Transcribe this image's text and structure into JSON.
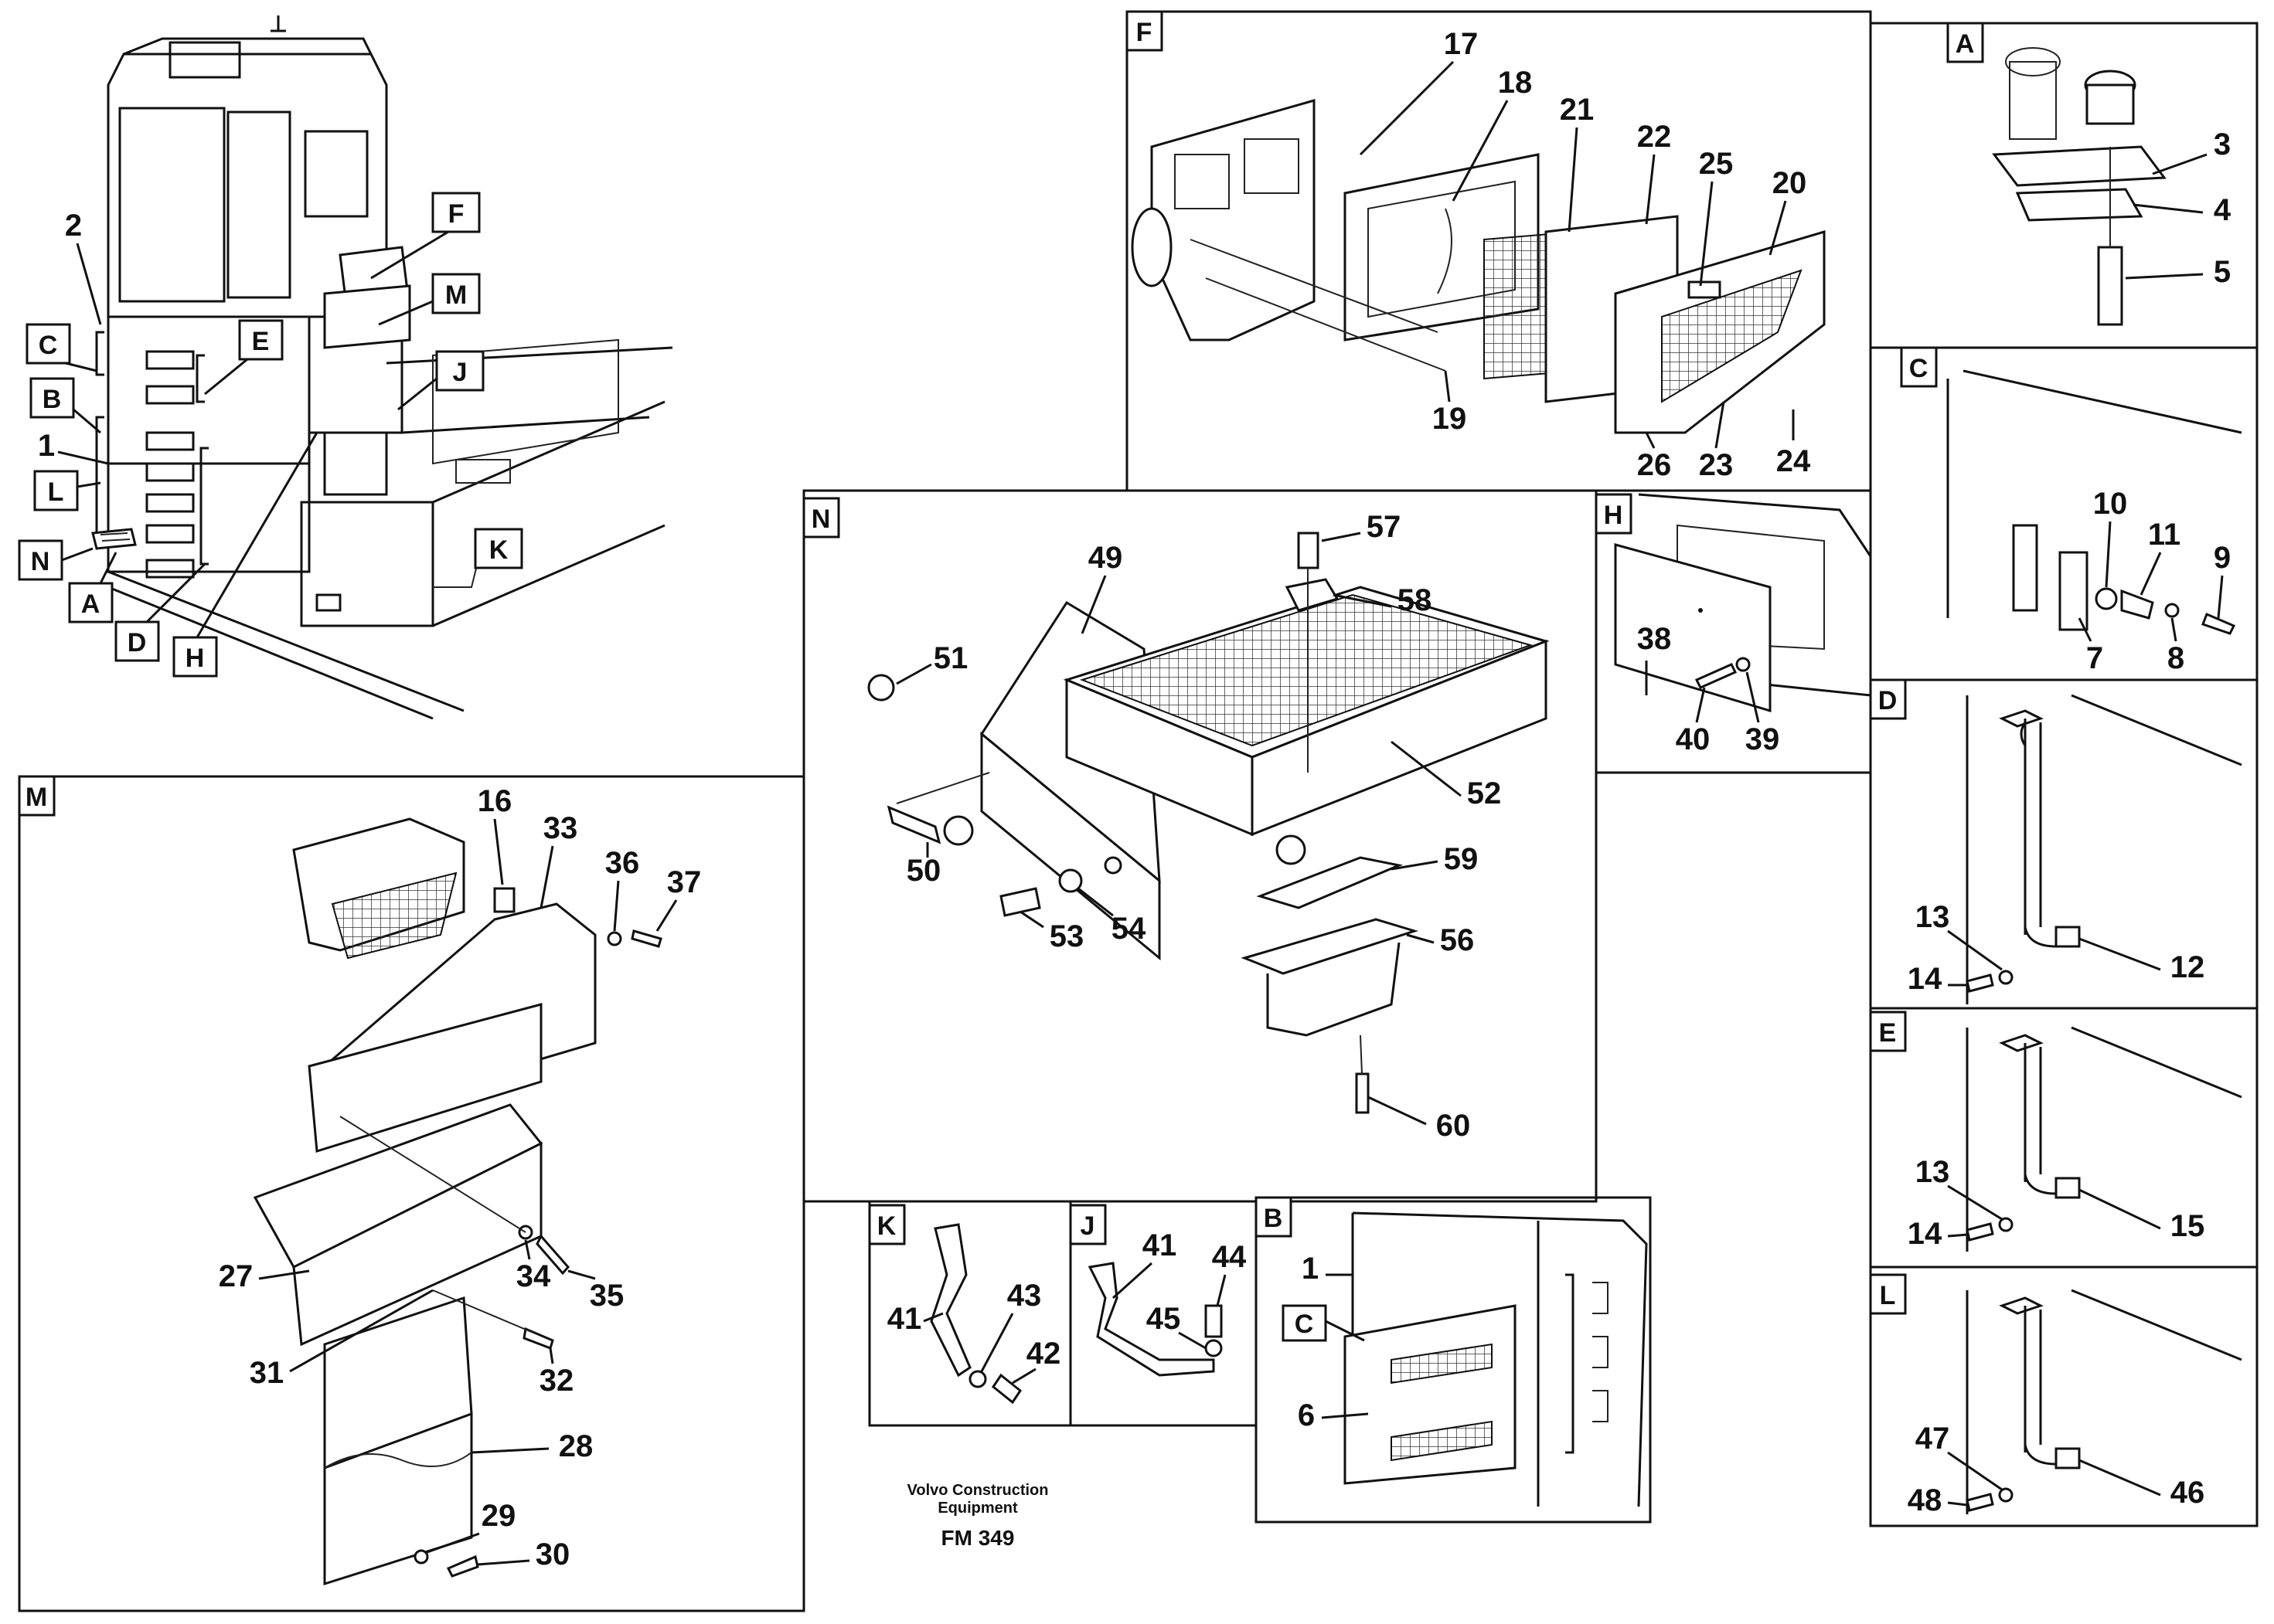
{
  "caption": {
    "company": "Volvo Construction",
    "company2": "Equipment",
    "code": "FM 349"
  },
  "overview": {
    "callouts": [
      {
        "label": "F",
        "kind": "box"
      },
      {
        "label": "M",
        "kind": "box"
      },
      {
        "label": "J",
        "kind": "box"
      },
      {
        "label": "K",
        "kind": "box"
      },
      {
        "label": "C",
        "kind": "box"
      },
      {
        "label": "E",
        "kind": "box"
      },
      {
        "label": "B",
        "kind": "box"
      },
      {
        "label": "L",
        "kind": "box"
      },
      {
        "label": "N",
        "kind": "box"
      },
      {
        "label": "A",
        "kind": "box"
      },
      {
        "label": "D",
        "kind": "box"
      },
      {
        "label": "H",
        "kind": "box"
      },
      {
        "label": "2",
        "kind": "num"
      },
      {
        "label": "1",
        "kind": "num"
      }
    ]
  },
  "panels": [
    {
      "id": "F",
      "parts": [
        "17",
        "18",
        "21",
        "22",
        "25",
        "20",
        "19",
        "26",
        "23",
        "24"
      ]
    },
    {
      "id": "A",
      "parts": [
        "3",
        "4",
        "5"
      ]
    },
    {
      "id": "C",
      "parts": [
        "10",
        "11",
        "9",
        "7",
        "8"
      ]
    },
    {
      "id": "N",
      "parts": [
        "49",
        "57",
        "58",
        "51",
        "52",
        "50",
        "53",
        "54",
        "59",
        "56",
        "60"
      ]
    },
    {
      "id": "H",
      "parts": [
        "38",
        "40",
        "39"
      ]
    },
    {
      "id": "D",
      "parts": [
        "13",
        "14",
        "12"
      ]
    },
    {
      "id": "M",
      "parts": [
        "16",
        "33",
        "36",
        "37",
        "27",
        "34",
        "35",
        "31",
        "32",
        "28",
        "29",
        "30"
      ]
    },
    {
      "id": "K",
      "parts": [
        "41",
        "43",
        "42"
      ]
    },
    {
      "id": "J",
      "parts": [
        "41",
        "44",
        "45"
      ]
    },
    {
      "id": "B",
      "parts": [
        "1",
        "C",
        "6"
      ]
    },
    {
      "id": "E",
      "parts": [
        "13",
        "14",
        "15"
      ]
    },
    {
      "id": "L",
      "parts": [
        "47",
        "48",
        "46"
      ]
    }
  ]
}
